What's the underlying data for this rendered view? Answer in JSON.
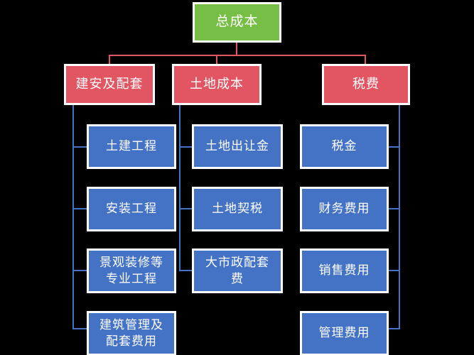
{
  "colors": {
    "background": "#000000",
    "root_fill": "#76BE45",
    "branch_fill": "#E25563",
    "leaf_fill": "#4472C4",
    "box_border": "#FFFFFF",
    "text": "#FFFFFF",
    "branch_connector": "#E25563",
    "leaf_connector": "#4472C4"
  },
  "tree": {
    "root": {
      "label": "总成本"
    },
    "branches": [
      {
        "label": "建安及配套",
        "children": [
          {
            "label": "土建工程"
          },
          {
            "label": "安装工程"
          },
          {
            "label": "景观装修等\n专业工程"
          },
          {
            "label": "建筑管理及\n配套费用"
          }
        ]
      },
      {
        "label": "土地成本",
        "children": [
          {
            "label": "土地出让金"
          },
          {
            "label": "土地契税"
          },
          {
            "label": "大市政配套\n费"
          }
        ]
      },
      {
        "label": "税费",
        "children": [
          {
            "label": "税金"
          },
          {
            "label": "财务费用"
          },
          {
            "label": "销售费用"
          },
          {
            "label": "管理费用"
          }
        ]
      }
    ]
  }
}
